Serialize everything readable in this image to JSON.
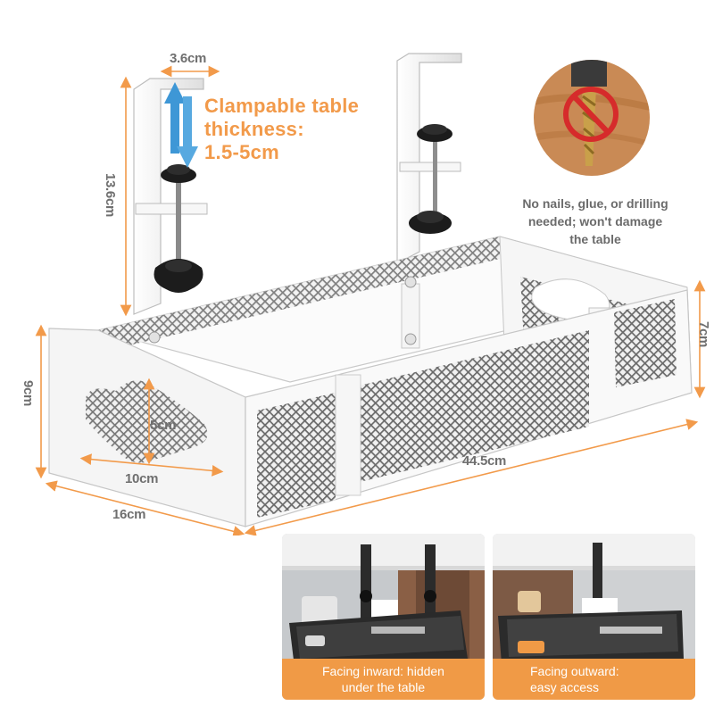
{
  "colors": {
    "accent_orange": "#f29a4a",
    "arrow_blue": "#4a9ed8",
    "dimension_gray": "#6f6f6f",
    "tray_white": "#f4f4f4",
    "mesh_gray": "#5d5d5d",
    "prohibition_red": "#d62b2b"
  },
  "icons": [
    "clamp-knob-icon",
    "double-arrow-icon",
    "prohibition-icon",
    "drill-bit-icon"
  ],
  "dimensions": {
    "clamp_width": "3.6cm",
    "clamp_height": "13.6cm",
    "tray_height": "9cm",
    "cable_hole_width": "10cm",
    "cable_hole_height": "5cm",
    "tray_depth": "16cm",
    "tray_length": "44.5cm",
    "side_height": "7cm"
  },
  "headline": {
    "line1": "Clampable table",
    "line2": "thickness:",
    "line3": "1.5-5cm"
  },
  "no_drill_note": {
    "line1": "No nails, glue, or drilling",
    "line2": "needed; won't damage",
    "line3": "the table"
  },
  "photos": [
    {
      "caption_line1": "Facing inward: hidden",
      "caption_line2": "under the table"
    },
    {
      "caption_line1": "Facing outward:",
      "caption_line2": "easy access"
    }
  ]
}
